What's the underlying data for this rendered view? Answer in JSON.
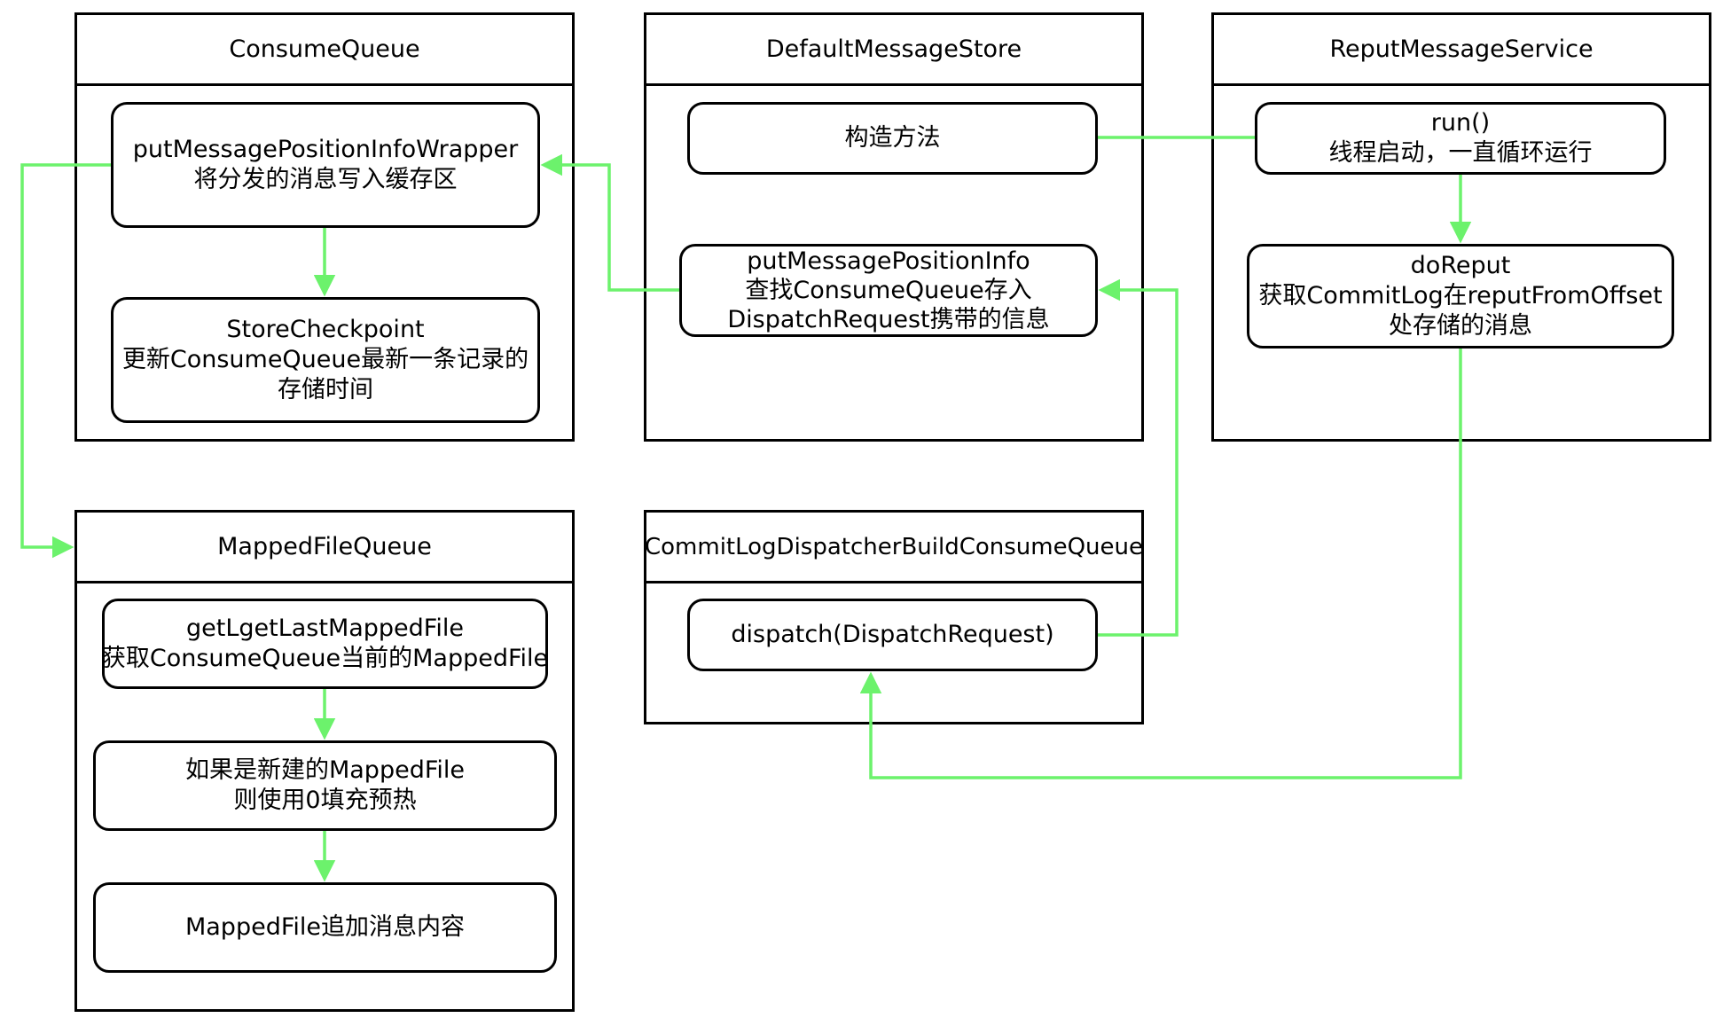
{
  "groups": {
    "consume_queue": {
      "title": "ConsumeQueue"
    },
    "default_message_store": {
      "title": "DefaultMessageStore"
    },
    "reput_message_service": {
      "title": "ReputMessageService"
    },
    "mapped_file_queue": {
      "title": "MappedFileQueue"
    },
    "dispatcher": {
      "title": "CommitLogDispatcherBuildConsumeQueue"
    }
  },
  "nodes": {
    "put_wrapper": {
      "line1": "putMessagePositionInfoWrapper",
      "line2": "将分发的消息写入缓存区"
    },
    "store_checkpoint": {
      "line1": "StoreCheckpoint",
      "line2": "更新ConsumeQueue最新一条记录的存储时间"
    },
    "constructor": {
      "line1": "构造方法"
    },
    "put_position_info": {
      "line1": "putMessagePositionInfo",
      "line2": "查找ConsumeQueue存入",
      "line3": "DispatchRequest携带的信息"
    },
    "run": {
      "line1": "run()",
      "line2": "线程启动，一直循环运行"
    },
    "do_reput": {
      "line1": "doReput",
      "line2": "获取CommitLog在reputFromOffset",
      "line3": "处存储的消息"
    },
    "get_last_mapped_file": {
      "line1": "getLgetLastMappedFile",
      "line2": "获取ConsumeQueue当前的MappedFile"
    },
    "new_mapped_file": {
      "line1": "如果是新建的MappedFile",
      "line2": "则使用0填充预热"
    },
    "append_content": {
      "line1": "MappedFile追加消息内容"
    },
    "dispatch": {
      "line1": "dispatch(DispatchRequest)"
    }
  },
  "colors": {
    "connector": "#6cf26c",
    "border": "#000000",
    "background": "#ffffff"
  }
}
